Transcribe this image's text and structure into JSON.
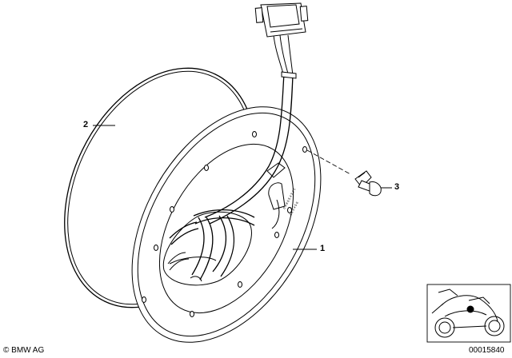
{
  "callouts": {
    "part_1": "1",
    "part_2": "2",
    "part_3": "3"
  },
  "flange_text": [
    "0 9 8 6 5 4 3 2 1",
    "1 2 3 4 5 6"
  ],
  "footer": {
    "copyright": "© BMW AG",
    "diagram_id": "00015840"
  }
}
